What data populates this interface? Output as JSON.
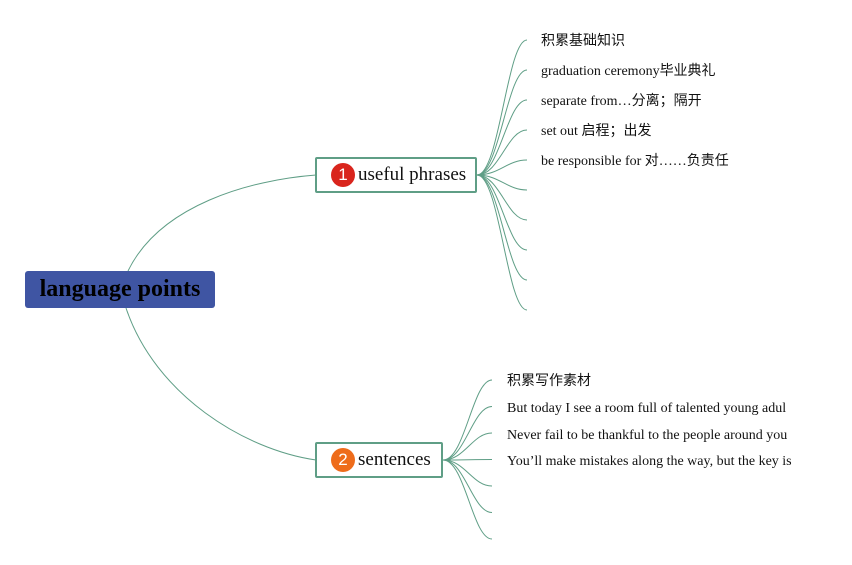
{
  "colors": {
    "root_fill": "#3f55a3",
    "branch_border": "#5f9e86",
    "connector": "#5f9e86",
    "marker_1": "#d9251d",
    "marker_2": "#ee6c1b"
  },
  "root": {
    "label": "language points"
  },
  "branches": [
    {
      "marker": "1",
      "label": "useful phrases",
      "items": [
        "积累基础知识",
        "graduation ceremony毕业典礼",
        "separate from…分离；隔开",
        "set out 启程；出发",
        "be responsible for 对……负责任",
        "",
        "",
        "",
        "",
        ""
      ]
    },
    {
      "marker": "2",
      "label": "sentences",
      "items": [
        "积累写作素材",
        "But today I see a room full of talented young adul",
        "Never fail to be thankful to the people around you",
        "You’ll make mistakes along the way, but the key is",
        "",
        "",
        ""
      ]
    }
  ]
}
